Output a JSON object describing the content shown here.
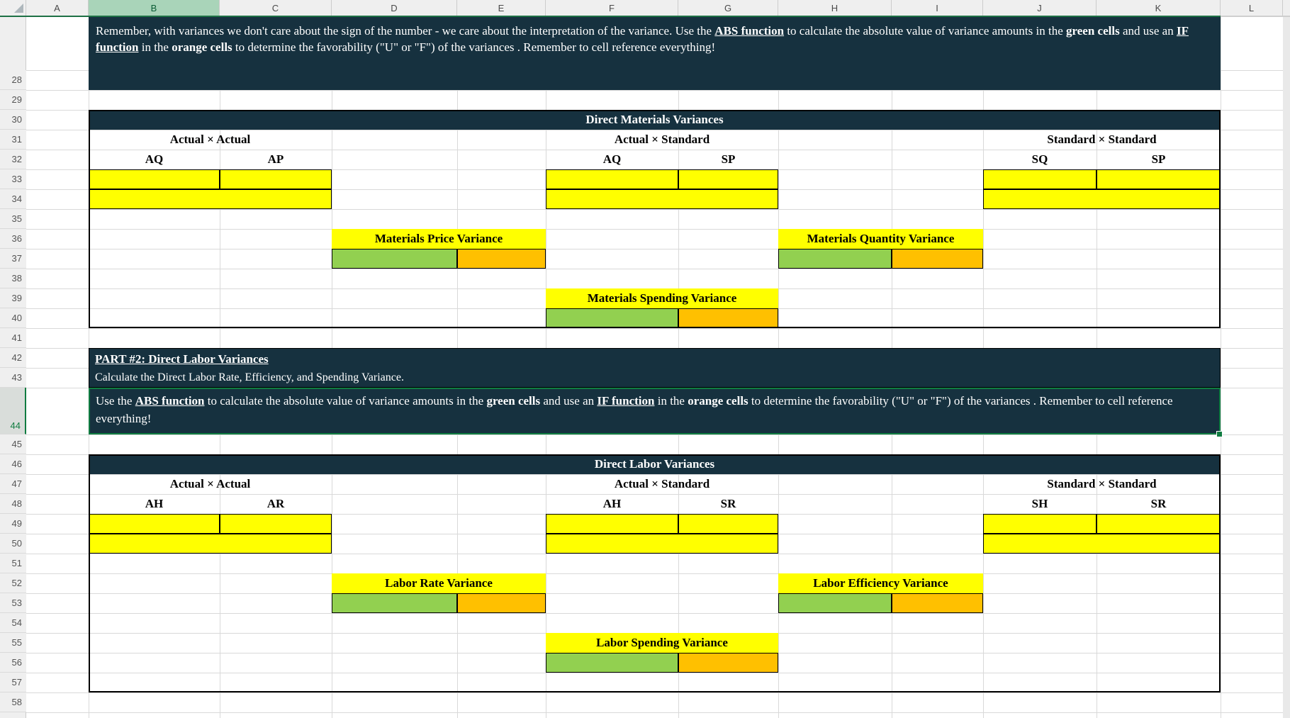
{
  "colors": {
    "banner_bg": "#16313F",
    "input_yellow": "#FFFF00",
    "variance_green": "#92D050",
    "favorability_orange": "#FFC000",
    "selection_green": "#107C41",
    "selected_header_bg": "#A9D4B9"
  },
  "sheet": {
    "column_headers": [
      "A",
      "B",
      "C",
      "D",
      "E",
      "F",
      "G",
      "H",
      "I",
      "J",
      "K",
      "L"
    ],
    "selected_column": "B",
    "row_numbers": [
      28,
      29,
      30,
      31,
      32,
      33,
      34,
      35,
      36,
      37,
      38,
      39,
      40,
      41,
      42,
      43,
      44,
      45,
      46,
      47,
      48,
      49,
      50,
      51,
      52,
      53,
      54,
      55,
      56,
      57,
      58
    ],
    "selected_row": 44
  },
  "banner": {
    "segments": [
      {
        "t": "Remember, with variances we don't care about the sign of the number - we care about the interpretation of the variance. Use the "
      },
      {
        "t": "ABS function",
        "b": true,
        "u": true
      },
      {
        "t": " to calculate the absolute value of variance amounts in the "
      },
      {
        "t": "green cells",
        "b": true
      },
      {
        "t": " and use an "
      },
      {
        "t": "IF function",
        "b": true,
        "u": true
      },
      {
        "t": " in the "
      },
      {
        "t": "orange cells",
        "b": true
      },
      {
        "t": " to determine the favorability (\"U\" or \"F\") of the variances . Remember to cell reference everything!"
      }
    ]
  },
  "materials": {
    "title": "Direct Materials Variances",
    "groups": [
      {
        "header": "Actual × Actual",
        "col1": "AQ",
        "col2": "AP"
      },
      {
        "header": "Actual × Standard",
        "col1": "AQ",
        "col2": "SP"
      },
      {
        "header": "Standard × Standard",
        "col1": "SQ",
        "col2": "SP"
      }
    ],
    "variances": {
      "price": "Materials Price Variance",
      "quantity": "Materials Quantity Variance",
      "spending": "Materials Spending Variance"
    }
  },
  "part2": {
    "title": "PART #2: Direct Labor Variances",
    "subtitle": "Calculate the Direct Labor Rate, Efficiency, and Spending Variance."
  },
  "selected_cell": {
    "segments": [
      {
        "t": "Use the "
      },
      {
        "t": "ABS function",
        "b": true,
        "u": true
      },
      {
        "t": " to calculate the absolute value of variance amounts in the "
      },
      {
        "t": "green cells",
        "b": true
      },
      {
        "t": " and use an "
      },
      {
        "t": "IF function",
        "b": true,
        "u": true
      },
      {
        "t": " in the "
      },
      {
        "t": "orange cells",
        "b": true
      },
      {
        "t": " to determine the favorability (\"U\" or \"F\") of the variances . Remember to cell reference everything!"
      }
    ]
  },
  "labor": {
    "title": "Direct Labor Variances",
    "groups": [
      {
        "header": "Actual × Actual",
        "col1": "AH",
        "col2": "AR"
      },
      {
        "header": "Actual × Standard",
        "col1": "AH",
        "col2": "SR"
      },
      {
        "header": "Standard × Standard",
        "col1": "SH",
        "col2": "SR"
      }
    ],
    "variances": {
      "rate": "Labor Rate Variance",
      "efficiency": "Labor Efficiency Variance",
      "spending": "Labor Spending Variance"
    }
  }
}
